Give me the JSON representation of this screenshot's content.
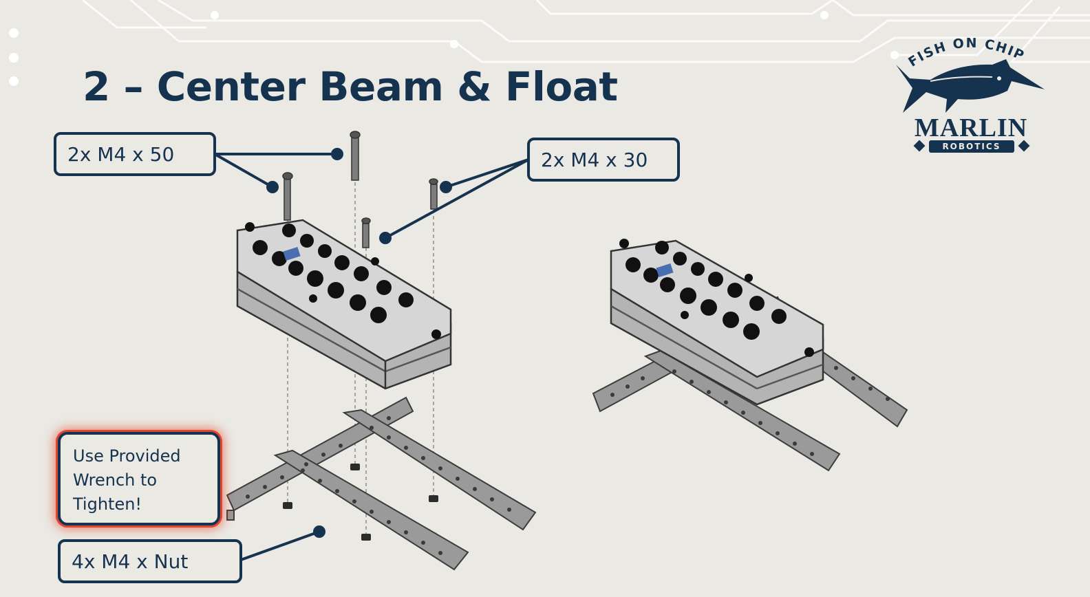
{
  "slide": {
    "title": "2 – Center Beam & Float"
  },
  "callouts": {
    "m4x50": "2x M4 x 50",
    "m4x30": "2x M4 x 30",
    "nut": "4x M4 x Nut",
    "warning_lines": [
      "Use Provided",
      "Wrench to",
      "Tighten!"
    ]
  },
  "logo": {
    "arc_text": "FISH ON CHIPS",
    "name": "MARLIN",
    "sub": "ROBOTICS"
  },
  "colors": {
    "navy": "#15324f",
    "background": "#ebe9e3",
    "warning_glow": "#e0452f",
    "metal": "#8d8d8d"
  }
}
